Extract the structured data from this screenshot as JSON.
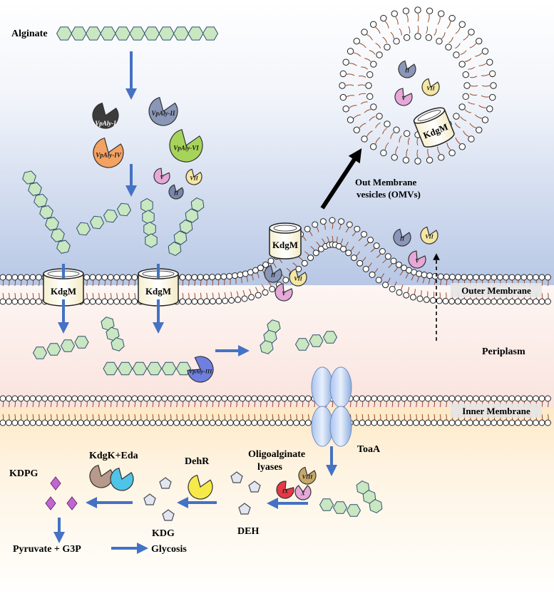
{
  "labels": {
    "alginate": "Alginate",
    "outer_membrane": "Outer Membrane",
    "inner_membrane": "Inner Membrane",
    "periplasm": "Periplasm",
    "omv_line1": "Out Membrane",
    "omv_line2": "vesicles (OMVs)",
    "kdgm": "KdgM",
    "toaa": "ToaA",
    "oligo_line1": "Oligoalginate",
    "oligo_line2": "lyases",
    "dehr": "DehR",
    "kdgk_eda": "KdgK+Eda",
    "kdpg": "KDPG",
    "kdg": "KDG",
    "deh": "DEH",
    "pyruvate": "Pyruvate + G3P",
    "glycosis": "Glycosis"
  },
  "enzymes": {
    "vpaly1": "VpAly-I",
    "vpaly2": "VpAly-II",
    "vpaly3": "VpAly-III",
    "vpaly4": "VpAly-IV",
    "vpaly6": "VpAly-VI",
    "ii": "II",
    "v": "V",
    "vii": "VII",
    "viii": "VIII",
    "ix": "IX",
    "x": "X"
  },
  "colors": {
    "hexagon_fill": "#c9e7c0",
    "hexagon_stroke": "#2f4f6f",
    "arrow_blue": "#4472c4",
    "membrane_tail": "#9a4a2a",
    "cytoplasm": "#fdf1d8",
    "periplasm": "#fbe9e4",
    "extracellular_top": "#ffffff",
    "extracellular_bottom": "#b9c9e6"
  }
}
